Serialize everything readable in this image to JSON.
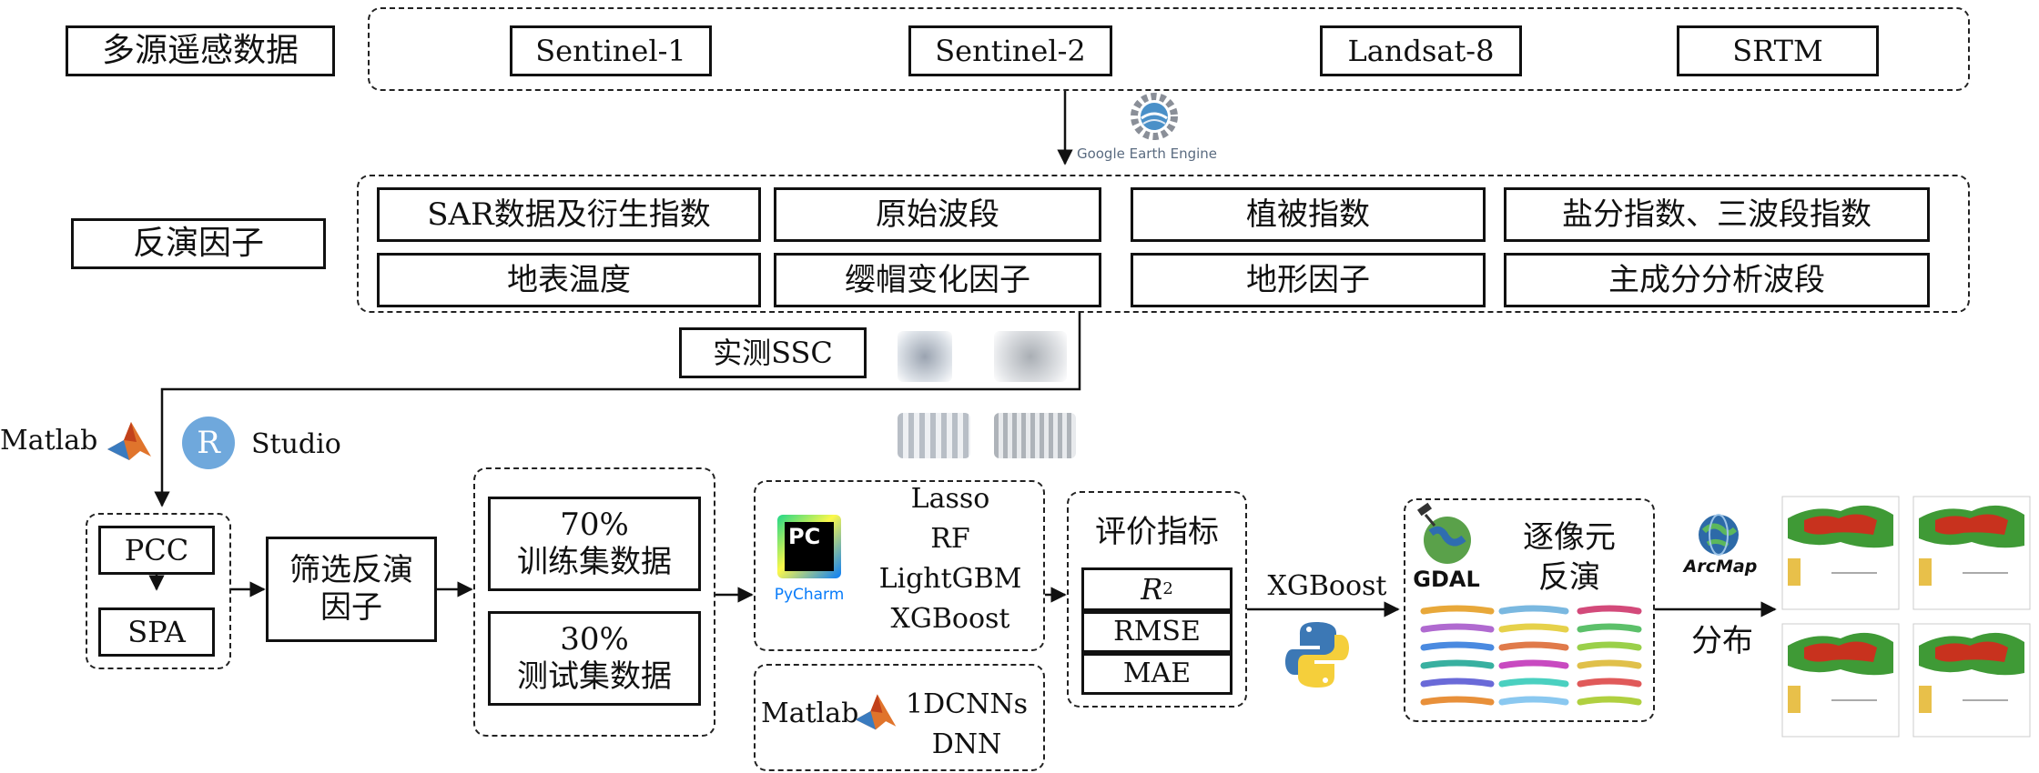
{
  "row1": {
    "label": "多源遥感数据",
    "sources": [
      "Sentinel-1",
      "Sentinel-2",
      "Landsat-8",
      "SRTM"
    ]
  },
  "gee": {
    "logo_text": "Google Earth Engine",
    "icon": "gear-globe-icon"
  },
  "row2": {
    "label": "反演因子",
    "factors": [
      "SAR数据及衍生指数",
      "原始波段",
      "植被指数",
      "盐分指数、三波段指数",
      "地表温度",
      "缨帽变化因子",
      "地形因子",
      "主成分分析波段"
    ]
  },
  "measured": {
    "label": "实测SSC"
  },
  "tools": {
    "matlab": "Matlab",
    "r_letter": "R",
    "studio": "Studio"
  },
  "selection": {
    "pcc": "PCC",
    "spa": "SPA",
    "filter_line1": "筛选反演",
    "filter_line2": "因子"
  },
  "dataset": {
    "train_pct": "70%",
    "train_label": "训练集数据",
    "test_pct": "30%",
    "test_label": "测试集数据"
  },
  "models": {
    "pycharm_badge": "PC",
    "pycharm_label": "PyCharm",
    "ml": [
      "Lasso",
      "RF",
      "LightGBM",
      "XGBoost"
    ],
    "matlab": "Matlab",
    "dl": [
      "1DCNNs",
      "DNN"
    ]
  },
  "evaluation": {
    "title": "评价指标",
    "r2_base": "R",
    "r2_sup": "2",
    "rmse": "RMSE",
    "mae": "MAE"
  },
  "best_model": "XGBoost",
  "inversion": {
    "gdal": "GDAL",
    "line1": "逐像元",
    "line2": "反演"
  },
  "output": {
    "arcmap": "ArcMap",
    "label": "分布"
  },
  "colors": {
    "accent_blue": "#4a90c8",
    "map_red": "#c8321e",
    "map_green": "#3f9a36",
    "pycharm_green": "#21d789"
  }
}
